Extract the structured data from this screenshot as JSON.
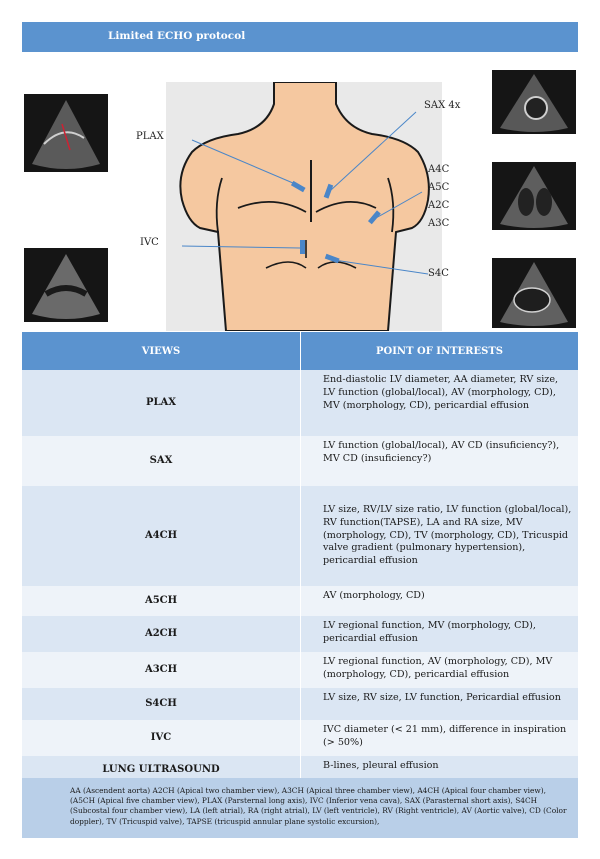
{
  "header": {
    "title": "Limited ECHO protocol"
  },
  "figure": {
    "labels": {
      "plax": "PLAX",
      "sax4x": "SAX 4x",
      "a4c": "A4C",
      "a5c": "A5C",
      "a2c": "A2C",
      "a3c": "A3C",
      "ivc": "IVC",
      "s4c": "S4C"
    }
  },
  "table": {
    "headers": {
      "views": "VIEWS",
      "poi": "POINT OF INTERESTS"
    },
    "rows": [
      {
        "view": "PLAX",
        "poi": "End-diastolic LV diameter, AA diameter, RV size, LV function (global/local), AV (morphology, CD), MV (morphology, CD), pericardial effusion"
      },
      {
        "view": "SAX",
        "poi": "LV function (global/local), AV CD (insuficiency?), MV CD (insuficiency?)"
      },
      {
        "view": "A4CH",
        "poi": "LV size, RV/LV size ratio, LV function (global/local), RV function(TAPSE), LA and RA size, MV (morphology, CD), TV (morphology, CD), Tricuspid valve gradient (pulmonary hypertension), pericardial effusion"
      },
      {
        "view": "A5CH",
        "poi": "AV (morphology, CD)"
      },
      {
        "view": "A2CH",
        "poi": "LV regional function, MV (morphology, CD), pericardial effusion"
      },
      {
        "view": "A3CH",
        "poi": "LV regional function, AV (morphology, CD), MV (morphology, CD), pericardial effusion"
      },
      {
        "view": "S4CH",
        "poi": "LV size, RV size, LV function, Pericardial effusion"
      },
      {
        "view": "IVC",
        "poi": "IVC diameter (< 21 mm), difference in inspiration (> 50%)"
      },
      {
        "view": "LUNG ULTRASOUND",
        "poi": "B-lines, pleural effusion"
      }
    ]
  },
  "footer": {
    "abbreviations": "AA (Ascendent aorta) A2CH (Apical two chamber view), A3CH (Apical three chamber view), A4CH (Apical four chamber view), (A5CH (Apical five chamber view), PLAX (Parsternal long axis), IVC (Inferior vena cava), SAX (Parasternal short axis), S4CH (Subcostal four chamber view), LA (left atrial), RA (right atrial), LV (left ventricle), RV (Right ventricle), AV (Aortic valve), CD (Color doppler), TV (Tricuspid valve), TAPSE (tricuspid annular plane systolic excursion),"
  },
  "colors": {
    "header": "#5b93cf",
    "skin": "#f5c8a0",
    "probe": "#4a86c8",
    "row_odd": "#dbe6f3",
    "row_even": "#eef3f9",
    "footer": "#b9cfe8"
  }
}
